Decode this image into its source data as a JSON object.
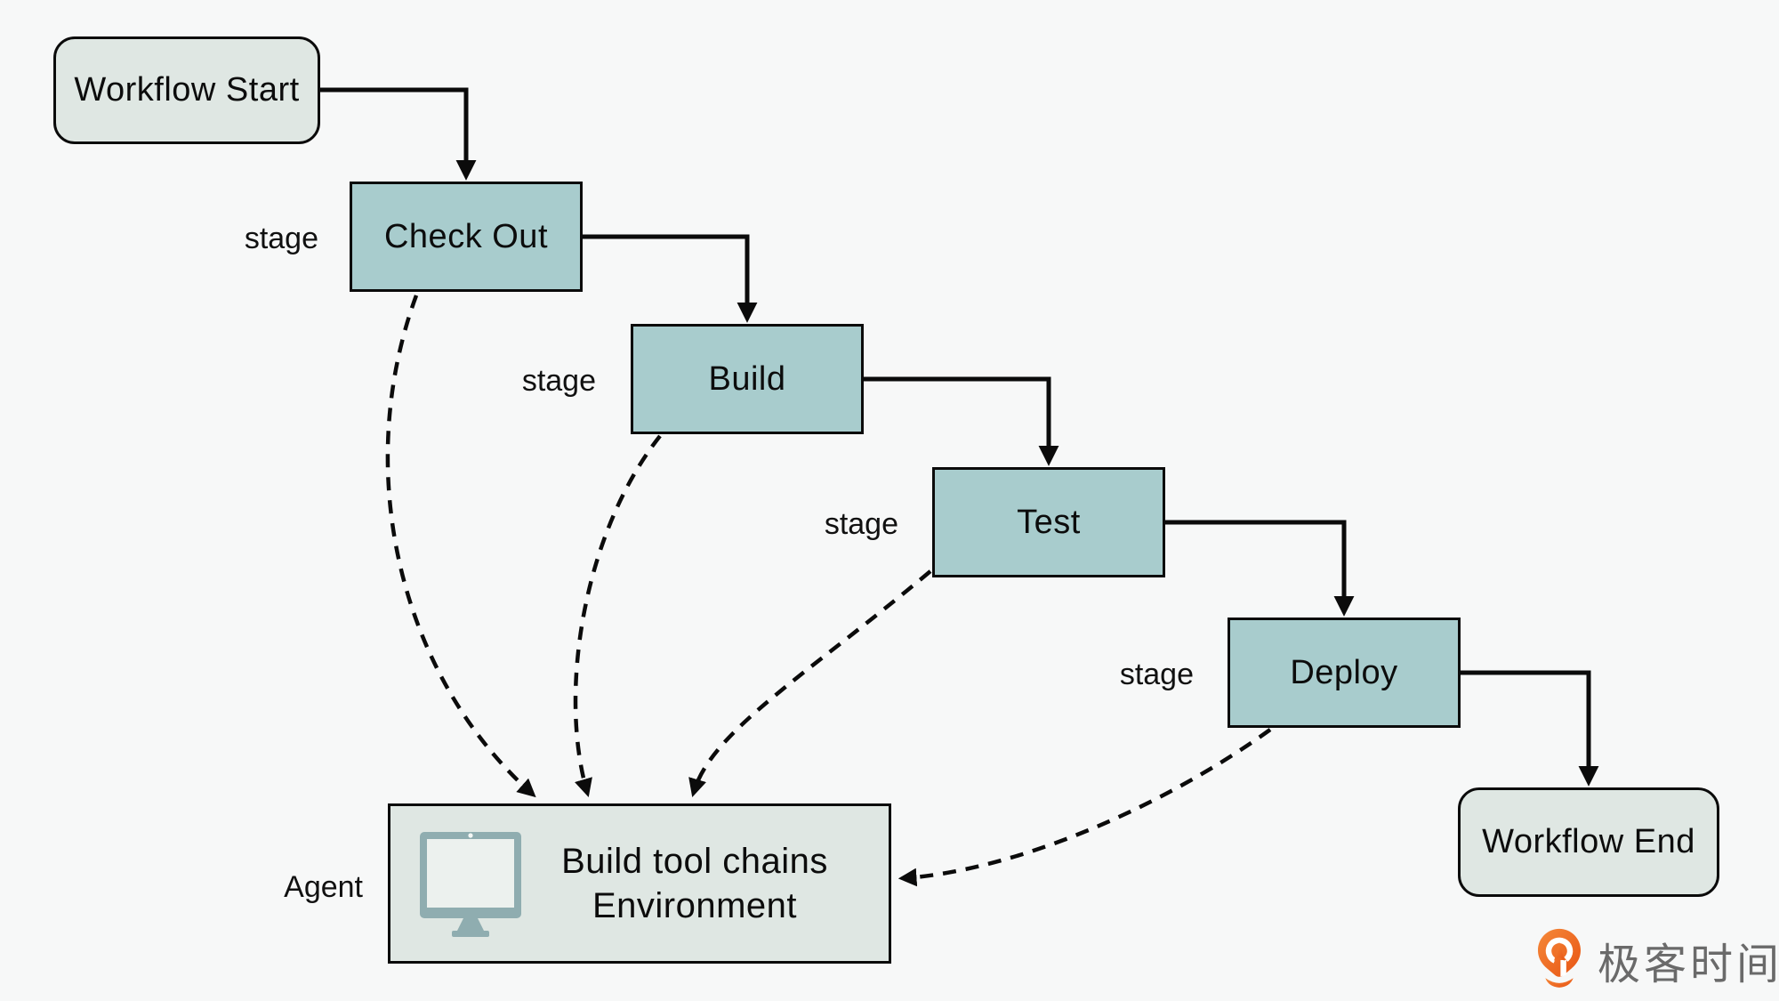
{
  "diagram": {
    "kind": "ci-cd-pipeline-flowchart",
    "background": "#f7f8f8",
    "colors": {
      "stage_fill": "#a8cccd",
      "terminal_fill": "#dfe7e3",
      "agent_fill": "#dfe7e3",
      "line_color": "#0b0b0b",
      "monitor_icon_color": "#8fadb0",
      "monitor_screen_color": "#ecf1ee"
    },
    "nodes": {
      "start": {
        "label": "Workflow Start",
        "type": "terminal"
      },
      "checkout": {
        "label": "Check Out",
        "type": "stage",
        "annotation": "stage"
      },
      "build": {
        "label": "Build",
        "type": "stage",
        "annotation": "stage"
      },
      "test": {
        "label": "Test",
        "type": "stage",
        "annotation": "stage"
      },
      "deploy": {
        "label": "Deploy",
        "type": "stage",
        "annotation": "stage"
      },
      "end": {
        "label": "Workflow End",
        "type": "terminal"
      },
      "agent": {
        "line1": "Build tool chains",
        "line2": "Environment",
        "annotation": "Agent",
        "icon": "monitor-icon"
      }
    },
    "edges": {
      "solid": [
        "start→checkout",
        "checkout→build",
        "build→test",
        "test→deploy",
        "deploy→end"
      ],
      "dashed": [
        "checkout⇢agent",
        "build⇢agent",
        "test⇢agent",
        "deploy⇢agent"
      ]
    },
    "branding": {
      "logo_text": "极客时间",
      "logo_icon": "geektime-logo-icon",
      "logo_orange": "#ed6a1d",
      "logo_text_color": "#6a6a6a"
    }
  }
}
